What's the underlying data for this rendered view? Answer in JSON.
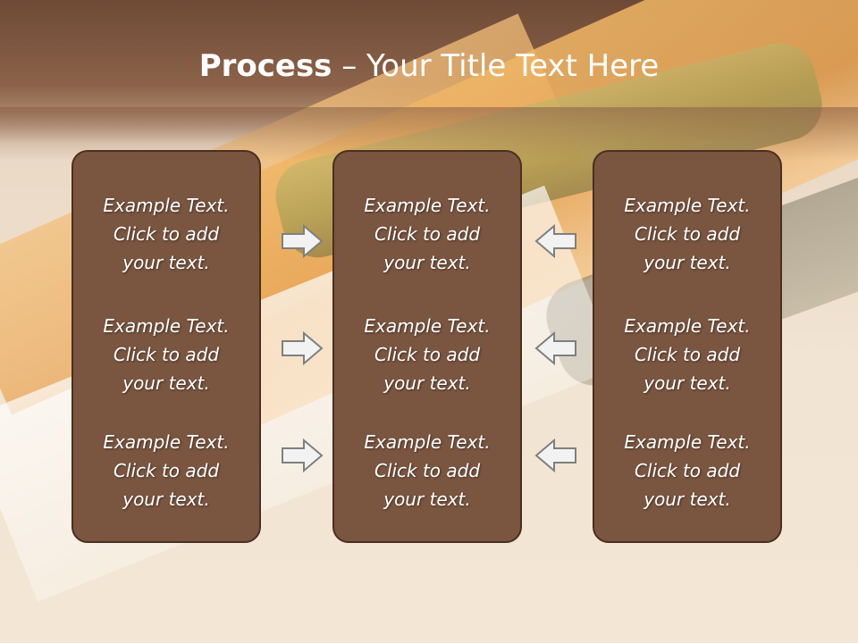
{
  "title": {
    "bold": "Process",
    "rest": " – Your Title Text Here"
  },
  "panels": [
    {
      "blocks": [
        {
          "l1": "Example Text.",
          "l2": "Click  to add",
          "l3": "your text."
        },
        {
          "l1": "Example Text.",
          "l2": "Click  to add",
          "l3": "your text."
        },
        {
          "l1": "Example Text.",
          "l2": "Click  to add",
          "l3": "your text."
        }
      ]
    },
    {
      "blocks": [
        {
          "l1": "Example Text.",
          "l2": "Click  to add",
          "l3": "your text."
        },
        {
          "l1": "Example Text.",
          "l2": "Click  to add",
          "l3": "your text."
        },
        {
          "l1": "Example Text.",
          "l2": "Click  to add",
          "l3": "your text."
        }
      ]
    },
    {
      "blocks": [
        {
          "l1": "Example Text.",
          "l2": "Click  to add",
          "l3": "your text."
        },
        {
          "l1": "Example Text.",
          "l2": "Click  to add",
          "l3": "your text."
        },
        {
          "l1": "Example Text.",
          "l2": "Click  to add",
          "l3": "your text."
        }
      ]
    }
  ],
  "arrows": {
    "left_column": "arrow-right-icon",
    "right_column": "arrow-left-icon"
  },
  "colors": {
    "panel_fill": "#7a5540",
    "panel_border": "#4a2f20",
    "header": "#6e4a36",
    "arrow_fill": "#f2f2f2",
    "arrow_stroke": "#7f7f7f"
  }
}
